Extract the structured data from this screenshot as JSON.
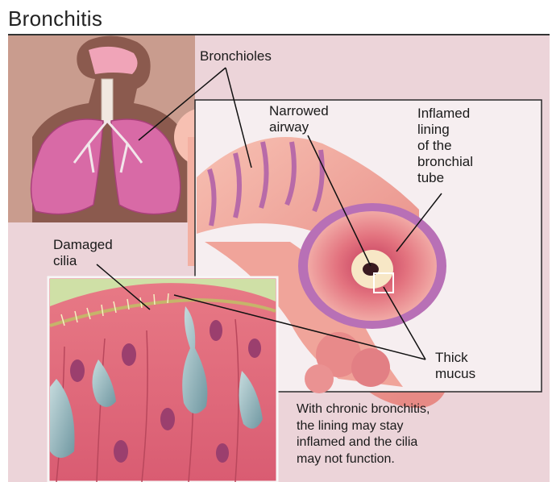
{
  "title": "Bronchitis",
  "labels": {
    "bronchioles": "Bronchioles",
    "narrowed_airway": [
      "Narrowed",
      "airway"
    ],
    "inflamed_lining": [
      "Inflamed",
      "lining",
      "of the",
      "bronchial",
      "tube"
    ],
    "damaged_cilia": [
      "Damaged",
      "cilia"
    ],
    "thick_mucus": [
      "Thick",
      "mucus"
    ]
  },
  "caption": [
    "With chronic bronchitis,",
    "the lining may stay",
    "inflamed and the cilia",
    "may not function."
  ],
  "colors": {
    "panel_bg": "#ecd4d9",
    "lung": "#d86aa6",
    "tube": "#f2a99a",
    "tube_ring": "#b86aa8",
    "tissue": "#e46a7a",
    "mucus": "#8fb6bd"
  }
}
